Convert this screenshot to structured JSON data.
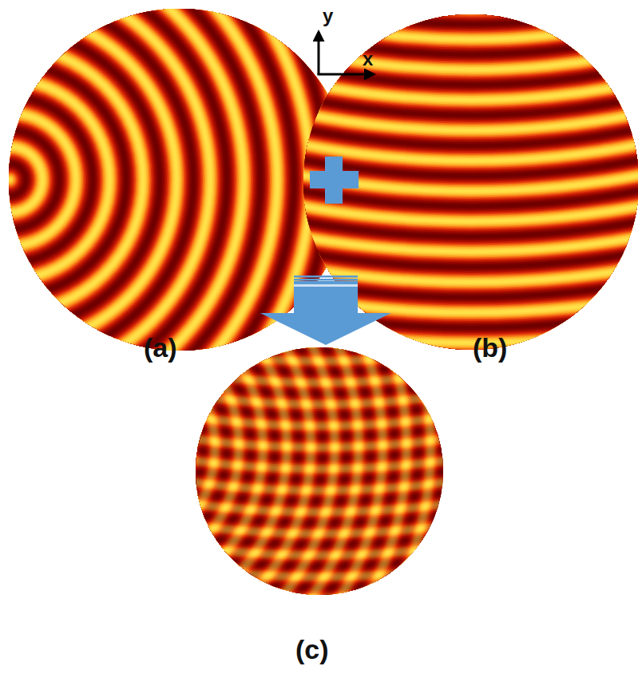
{
  "diagram": {
    "labels": [
      "y",
      "x",
      "(a)",
      "(b)",
      "(c)"
    ]
  }
}
